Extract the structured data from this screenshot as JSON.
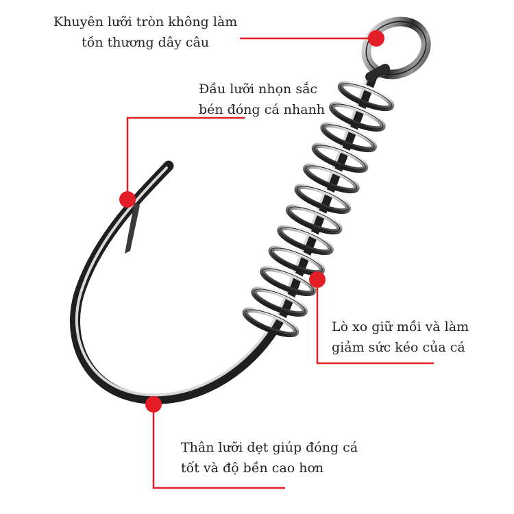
{
  "colors": {
    "callout": "#e41e26",
    "metal_dark": "#2b2b2b",
    "metal_mid": "#8a8a8a",
    "metal_light": "#f2f2f2",
    "text": "#222222"
  },
  "callouts": {
    "eye": {
      "icon": "eye-ring-marker",
      "lines": [
        "Khuyên lưỡi tròn không làm",
        "tồn thương dây câu"
      ]
    },
    "point": {
      "icon": "hook-point-marker",
      "lines": [
        "Đầu lưỡi nhọn sắc",
        "bén đóng cá nhanh"
      ]
    },
    "spring": {
      "icon": "spring-marker",
      "lines": [
        "Lò xo giữ mồi và làm",
        "giảm sức kéo của cá"
      ]
    },
    "shank": {
      "icon": "bend-marker",
      "lines": [
        "Thân lưỡi dẹt giúp đóng cá",
        "tốt và độ bền cao hơn"
      ]
    }
  }
}
